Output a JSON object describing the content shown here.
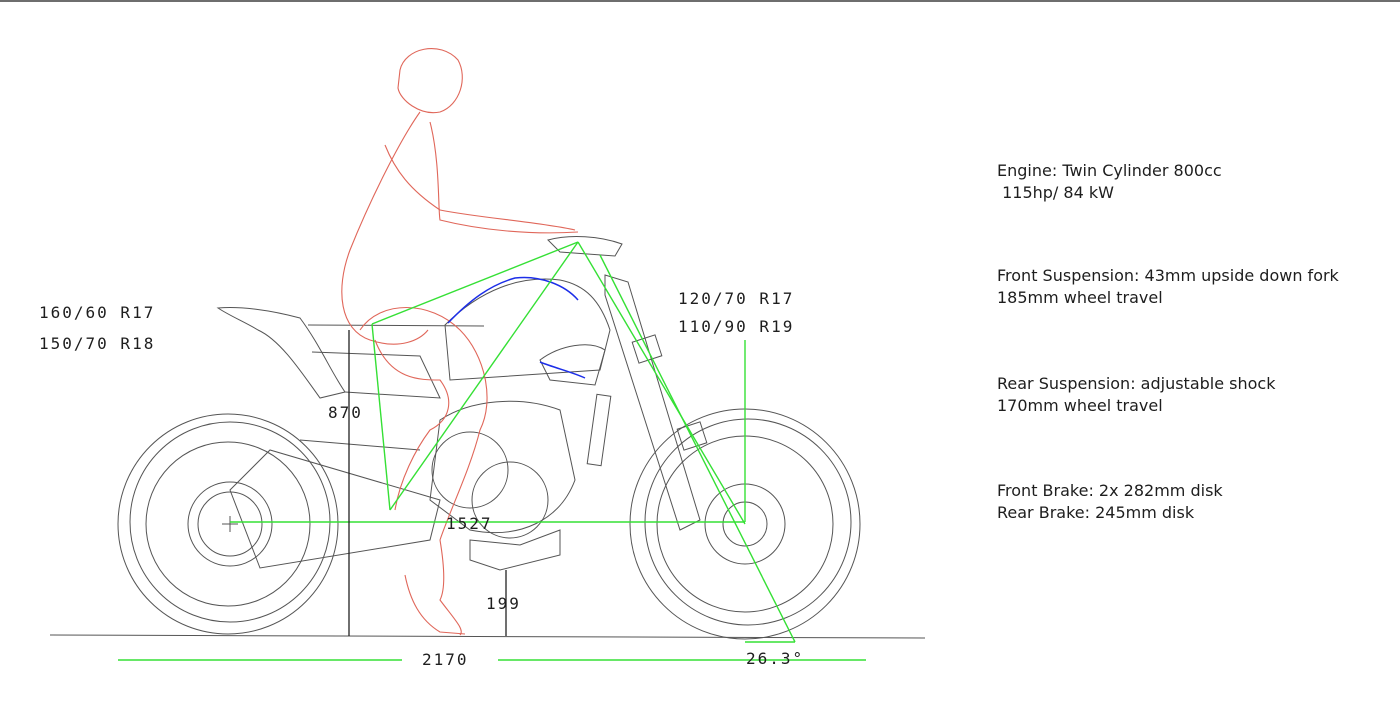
{
  "specs": {
    "engine_line1": "Engine: Twin Cylinder 800cc",
    "engine_line2": " 115hp/ 84 kW",
    "front_susp_line1": "Front Suspension: 43mm upside down fork",
    "front_susp_line2": "185mm wheel travel",
    "rear_susp_line1": "Rear Suspension: adjustable shock",
    "rear_susp_line2": "170mm wheel travel",
    "brake_line1": "Front Brake: 2x 282mm disk",
    "brake_line2": "Rear Brake: 245mm disk"
  },
  "tires": {
    "rear_a": "160/60 R17",
    "rear_b": "150/70 R18",
    "front_a": "120/70 R17",
    "front_b": "110/90 R19"
  },
  "dimensions": {
    "seat_height": "870",
    "wheelbase": "1527",
    "ground_clearance": "199",
    "overall_length": "2170",
    "rake_angle": "26.3°"
  },
  "colors": {
    "rider_outline": "#e0675a",
    "geometry_lines": "#35e035",
    "tank_accent": "#1c2ee8",
    "bike_outline": "#555555"
  }
}
